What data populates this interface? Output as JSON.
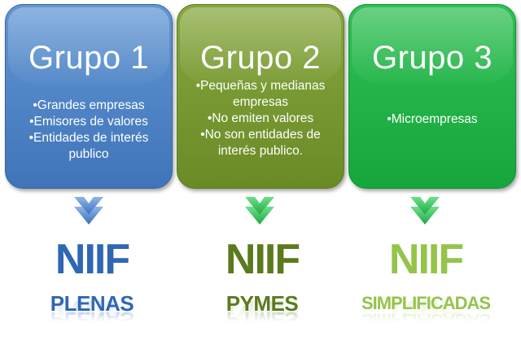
{
  "colors": {
    "group1": "#4a80c6",
    "group2": "#779a2f",
    "group3": "#20b446",
    "niif_plenas": "#2f67b4",
    "niif_pymes": "#5b7a1e",
    "niif_simplificadas": "#95c44a"
  },
  "groups": [
    {
      "title": "Grupo 1",
      "items": [
        "•Grandes empresas",
        "•Emisores de valores",
        "•Entidades de interés publico"
      ],
      "icon": "chevron-down-icon",
      "standard": "NIIF",
      "standard_type": "PLENAS"
    },
    {
      "title": "Grupo 2",
      "items": [
        "•Pequeñas y medianas empresas",
        "•No emiten valores",
        "•No son entidades de interés publico."
      ],
      "icon": "chevron-down-icon",
      "standard": "NIIF",
      "standard_type": "PYMES"
    },
    {
      "title": "Grupo 3",
      "items": [
        "•Microempresas"
      ],
      "icon": "chevron-down-icon",
      "standard": "NIIF",
      "standard_type": "SIMPLIFICADAS"
    }
  ]
}
